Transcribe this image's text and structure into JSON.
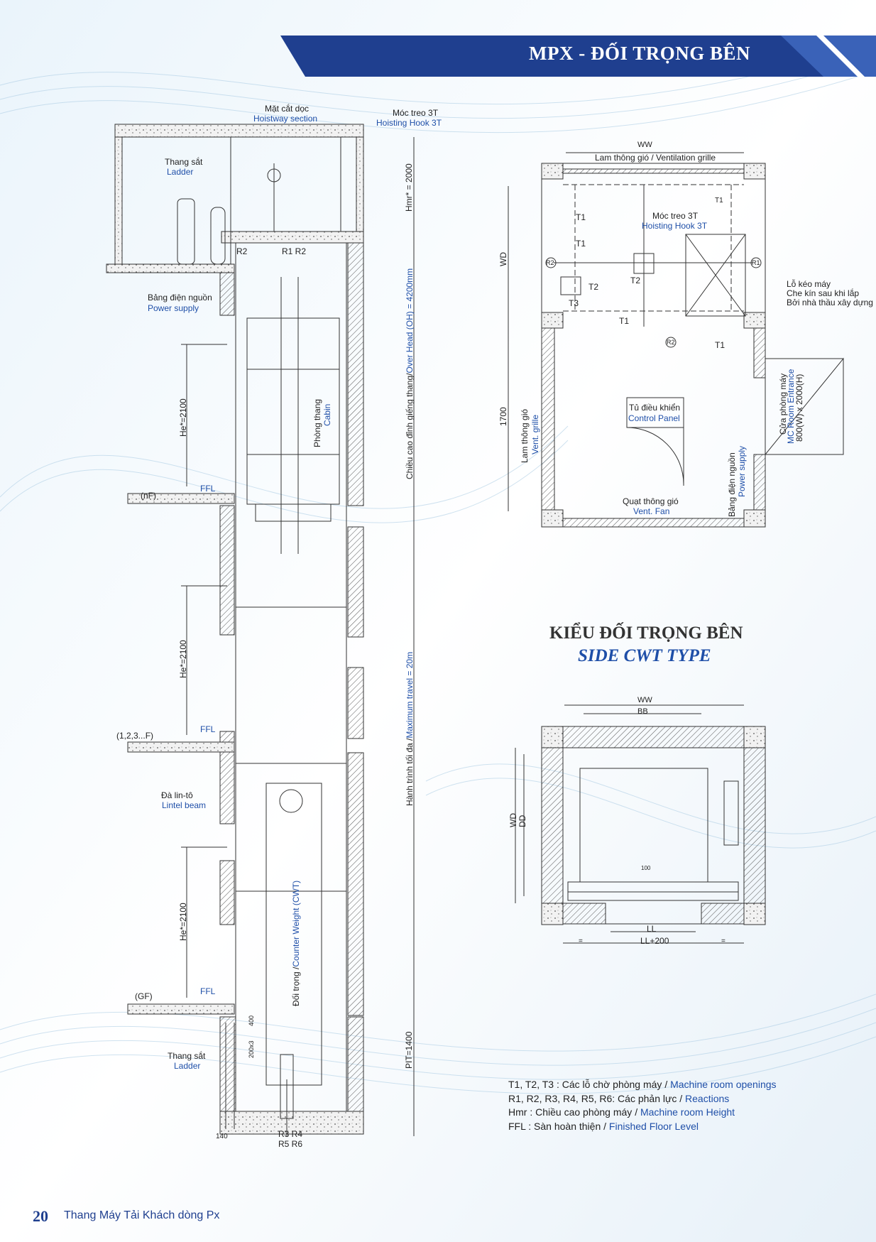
{
  "header": {
    "title": "MPX - ĐỐI TRỌNG BÊN"
  },
  "section_view": {
    "title_vn": "Mặt cắt dọc",
    "title_en": "Hoistway section",
    "hook_vn": "Móc treo 3T",
    "hook_en": "Hoisting Hook 3T",
    "ladder_vn": "Thang sắt",
    "ladder_en": "Ladder",
    "power_vn": "Bảng điện nguồn",
    "power_en": "Power supply",
    "hmr": "Hmr* = 2000",
    "r2": "R2",
    "r1r2": "R1 R2",
    "overhead_vn": "Chiều cao đỉnh giếng thang/",
    "overhead_en": "Over Head (OH) = 4200mm",
    "cabin_vn": "Phòng thang",
    "cabin_en": "Cabin",
    "he": "He*=2100",
    "ffl": "FFL",
    "floor_n": "(nF)",
    "floor_mid": "(1,2,3...F)",
    "floor_g": "(GF)",
    "travel_vn": "Hành trình tối đa /",
    "travel_en": "Maximum travel = 20m",
    "lintel_vn": "Đà lin-tô",
    "lintel_en": "Lintel beam",
    "cwt_vn": "Đối trọng /",
    "cwt_en": "Counter Weight (CWT)",
    "pit": "PIT=1400",
    "dim_400": "400",
    "dim_200": "200x3",
    "dim_140": "140",
    "r3r4": "R3 R4",
    "r5r6": "R5 R6"
  },
  "machine_room_plan": {
    "ww": "WW",
    "vent_grille": "Lam thông gió / Ventilation grille",
    "t1": "T1",
    "t2": "T2",
    "t3": "T3",
    "r1": "R1",
    "r2": "R2",
    "hook_vn": "Móc treo 3T",
    "hook_en": "Hoisting Hook 3T",
    "wd": "WD",
    "note_1": "Lỗ kéo máy",
    "note_2": "Che kín sau khi lắp",
    "note_3": "Bởi nhà thầu xây dựng",
    "dim_1700": "1700",
    "vent_vn": "Lam thông gió",
    "vent_en": "Vent. grille",
    "panel_vn": "Tủ điều khiển",
    "panel_en": "Control Panel",
    "power_vn": "Bảng điện nguồn",
    "power_en": "Power supply",
    "door_vn": "Cửa phòng máy",
    "door_en": "MC Room Entrance",
    "door_size": "800(W) x 2000(H)",
    "fan_vn": "Quạt thông gió",
    "fan_en": "Vent. Fan"
  },
  "type_heading": {
    "vn": "KIỂU ĐỐI TRỌNG BÊN",
    "en": "SIDE CWT TYPE"
  },
  "hoistway_plan": {
    "ww": "WW",
    "bb": "BB",
    "wd": "WD",
    "dd": "DD",
    "dim_100": "100",
    "ll": "LL",
    "ll200": "LL+200",
    "eq": "="
  },
  "legend": [
    {
      "vn": "T1, T2, T3 : Các lỗ chờ phòng máy / ",
      "en": "Machine room openings"
    },
    {
      "vn": "R1, R2, R3, R4, R5, R6: Các phản lực / ",
      "en": "Reactions"
    },
    {
      "vn": "Hmr : Chiều cao phòng máy / ",
      "en": "Machine room Height"
    },
    {
      "vn": "FFL : Sàn hoàn thiện / ",
      "en": "Finished Floor Level"
    }
  ],
  "footer": {
    "page": "20",
    "text": "Thang Máy Tải Khách dòng Px"
  },
  "colors": {
    "banner": "#1f3f8f",
    "accent_blue": "#1f4fa8",
    "line": "#333333"
  }
}
